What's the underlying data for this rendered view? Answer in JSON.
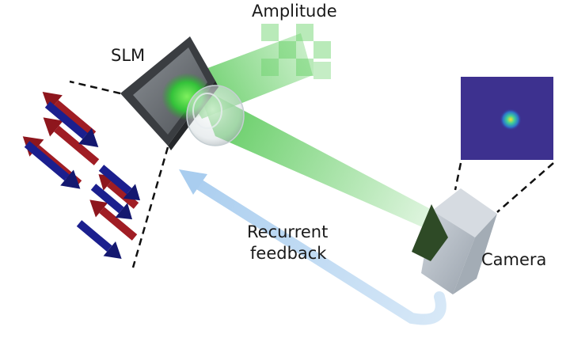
{
  "labels": {
    "amplitude": "Amplitude",
    "slm": "SLM",
    "recurrent": "Recurrent",
    "feedback": "feedback",
    "camera": "Camera"
  },
  "colors": {
    "beam_green": "#3fc13f",
    "spin_up_red": "#a01d24",
    "spin_down_blue": "#1b1f8e",
    "feedback_arrow": "#b9d6ef",
    "camera_body": "#b6bec8",
    "camera_lens": "#2e4a26",
    "camera_image_bg": "#3a2f8f",
    "camera_spot": "#f5e230"
  },
  "icons": {
    "slm_device": "slm-device-icon",
    "lens": "lens-icon",
    "camera": "camera-icon",
    "spins": "spin-arrow-icon"
  }
}
